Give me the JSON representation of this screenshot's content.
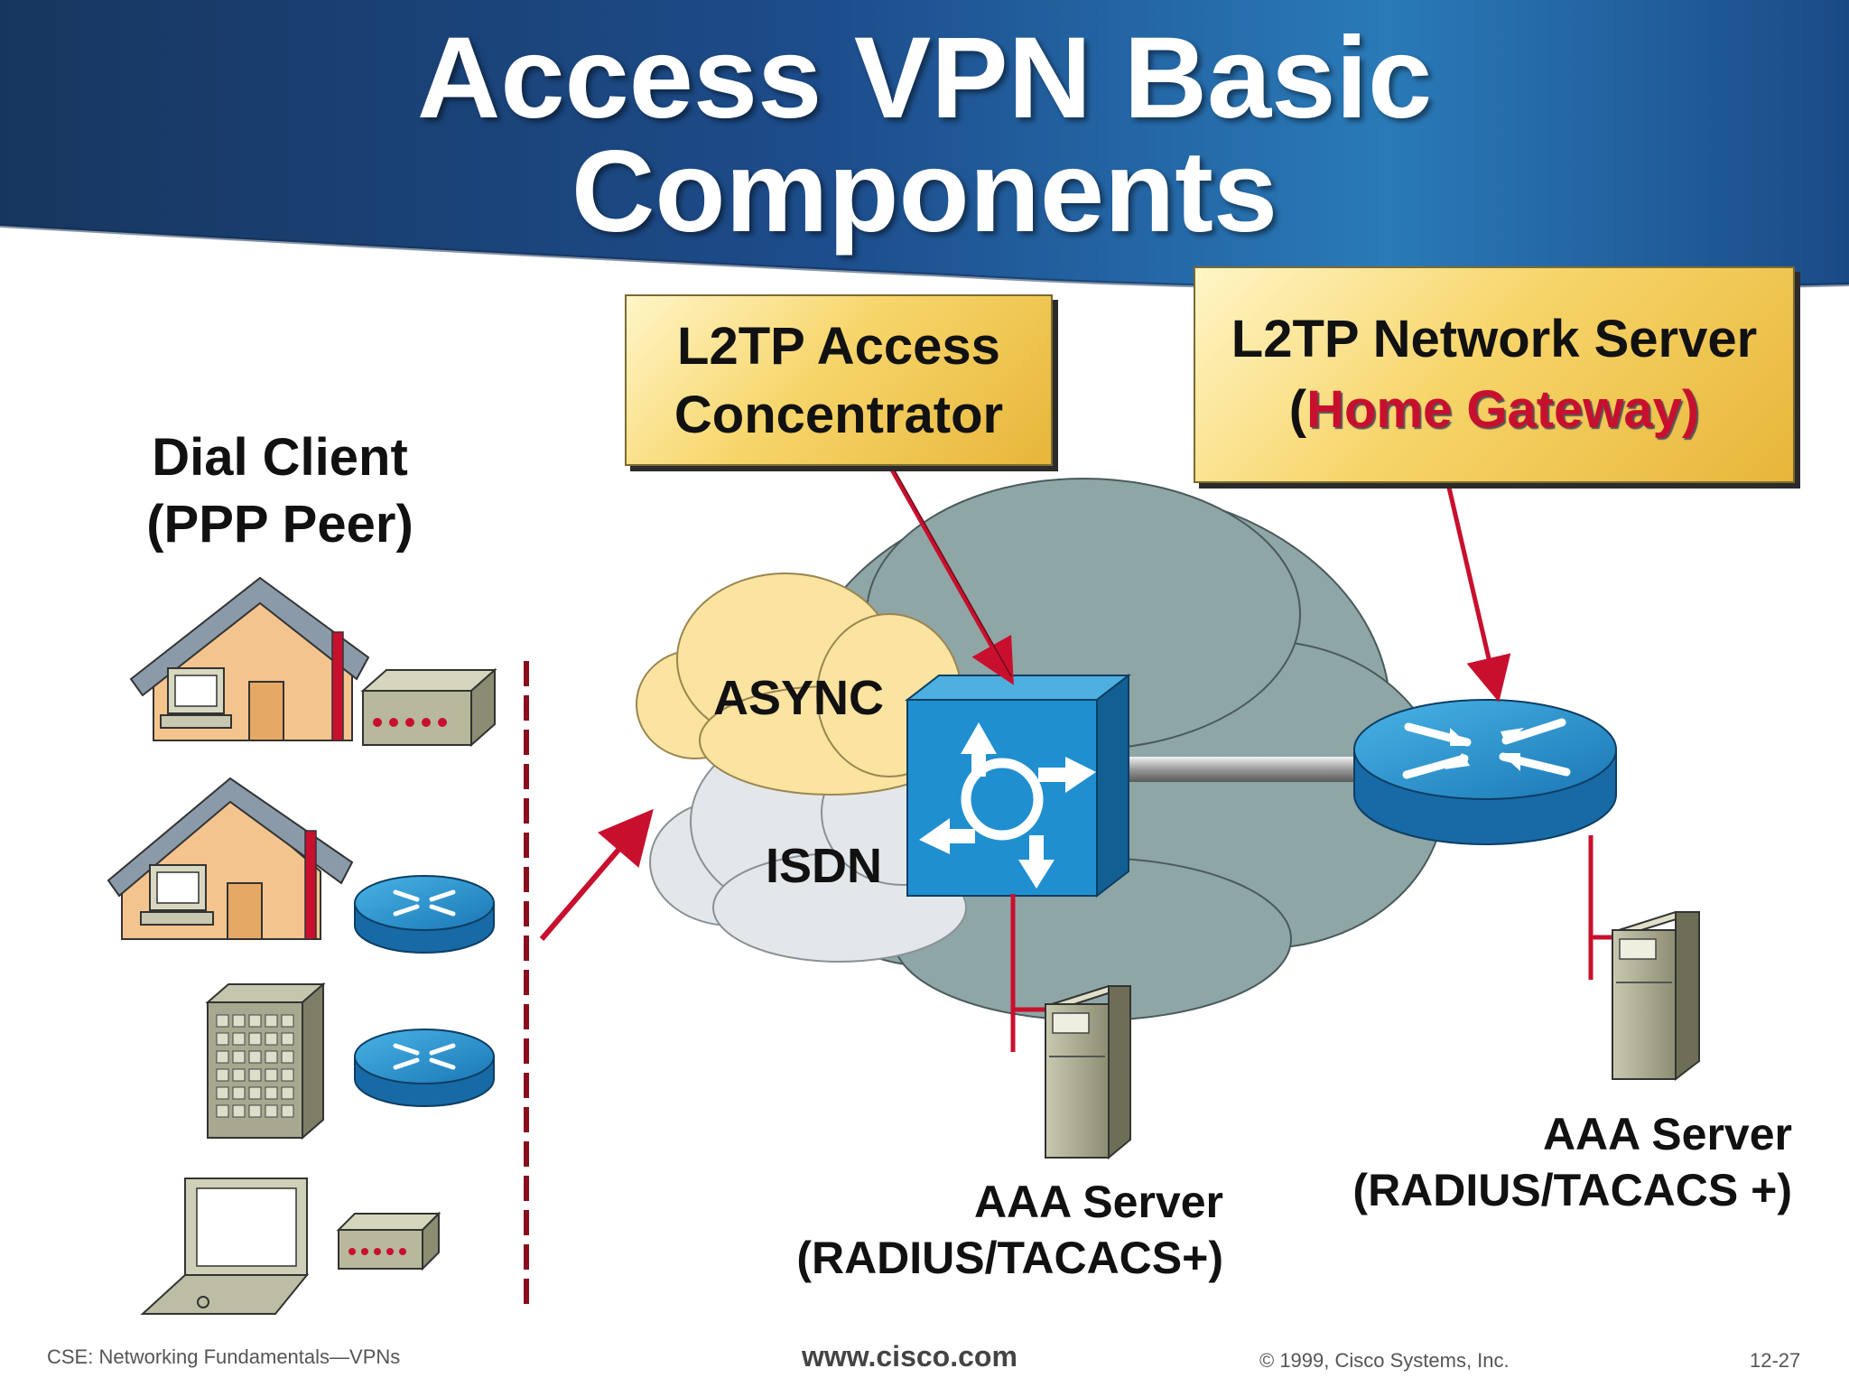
{
  "title": {
    "line1": "Access VPN Basic",
    "line2": "Components"
  },
  "labels": {
    "lac_line1": "L2TP Access",
    "lac_line2": "Concentrator",
    "lns_line1": "L2TP Network Server",
    "lns_open": "(",
    "lns_home_gateway": "Home Gateway)",
    "dial_client_line1": "Dial Client",
    "dial_client_line2": "(PPP Peer)",
    "async": "ASYNC",
    "isdn": "ISDN",
    "aaa_left_line1": "AAA Server",
    "aaa_left_line2": "(RADIUS/TACACS+)",
    "aaa_right_line1": "AAA Server",
    "aaa_right_line2": "(RADIUS/TACACS +)"
  },
  "footer": {
    "course": "CSE: Networking Fundamentals—VPNs",
    "url": "www.cisco.com",
    "copyright": "© 1999, Cisco Systems, Inc.",
    "page": "12-27"
  },
  "colors": {
    "header_blue": "#1d4d8c",
    "callout_gold": "#f2c94c",
    "accent_red": "#c8102e",
    "cloud_gray": "#8fa6a6",
    "async_cloud": "#fbe3a0",
    "isdn_cloud": "#e3e7ea",
    "device_blue": "#1f8fcf"
  },
  "icons": [
    "house-icon",
    "pc-icon",
    "modem-icon",
    "router-icon",
    "office-building-icon",
    "laptop-icon",
    "access-switch-icon",
    "server-icon"
  ]
}
